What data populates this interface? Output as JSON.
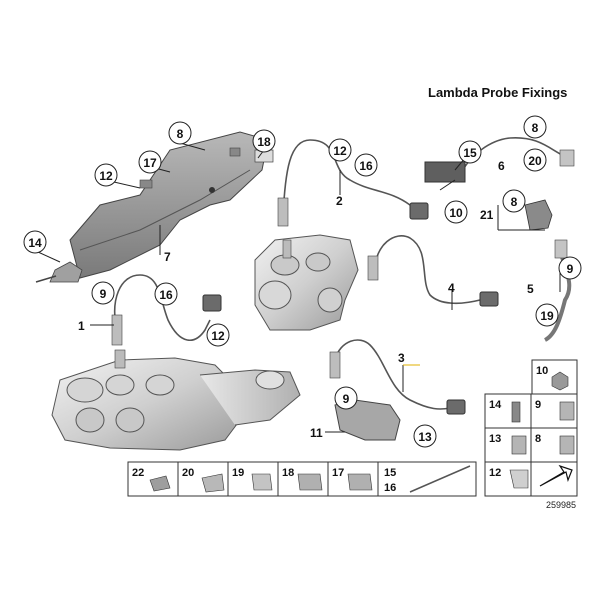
{
  "header": {
    "title": "Lambda Probe Fixings"
  },
  "footer": {
    "image_number": "259985"
  },
  "callouts": {
    "c8a": "8",
    "c18": "18",
    "c17": "17",
    "c12a": "12",
    "c7": "7",
    "c14a": "14",
    "c12b": "12",
    "c16a": "16",
    "c2": "2",
    "c8b": "8",
    "c15a": "15",
    "c6": "6",
    "c20a": "20",
    "c10a": "10",
    "c21": "21",
    "c8c": "8",
    "c9a": "9",
    "c5": "5",
    "c19a": "19",
    "c9b": "9",
    "c16b": "16",
    "c1": "1",
    "c12c": "12",
    "c4": "4",
    "c3": "3",
    "c9c": "9",
    "c11": "11",
    "c13a": "13"
  },
  "parts_grid": {
    "bottom_row": [
      "22",
      "20",
      "19",
      "18",
      "17",
      "15",
      "16"
    ],
    "right_col": [
      "10",
      "14",
      "9",
      "13",
      "8",
      "12"
    ]
  }
}
